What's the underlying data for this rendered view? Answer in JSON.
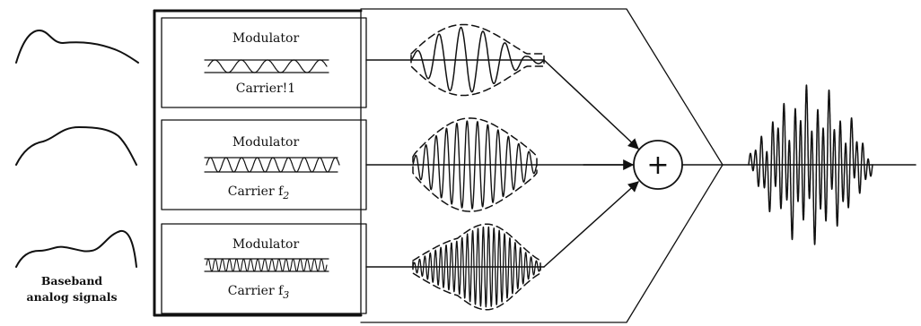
{
  "caption": {
    "line1": "Baseband",
    "line2": "analog signals"
  },
  "channels": [
    {
      "modulator_label": "Modulator",
      "carrier_label": "Carrier!1",
      "carrier_sub": ""
    },
    {
      "modulator_label": "Modulator",
      "carrier_label": "Carrier f",
      "carrier_sub": "2"
    },
    {
      "modulator_label": "Modulator",
      "carrier_label": "Carrier f",
      "carrier_sub": "3"
    }
  ],
  "summer": {
    "symbol": "+"
  }
}
